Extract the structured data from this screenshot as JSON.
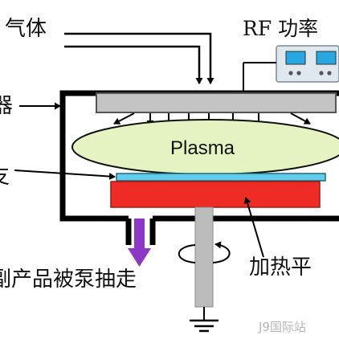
{
  "labels": {
    "gas": "气体",
    "rf_power": "RF 功率",
    "side_electrode": "器",
    "side_substrate": "支",
    "byproduct": "副产品被泵抽走",
    "heater": "加热平",
    "plasma": "Plasma"
  },
  "watermark": "J9国际站",
  "colors": {
    "chamber_wall": "#000000",
    "showerhead": "#c4c4c4",
    "plasma_fill": "#e5f3c2",
    "plasma_stroke": "#111111",
    "wafer": "#63cce8",
    "heater": "#ee2b24",
    "stem": "#bcbcbc",
    "exhaust_arrow": "#8d37c6",
    "rf_panel": "#dfe8ee",
    "rf_display": "#27a7e2"
  }
}
